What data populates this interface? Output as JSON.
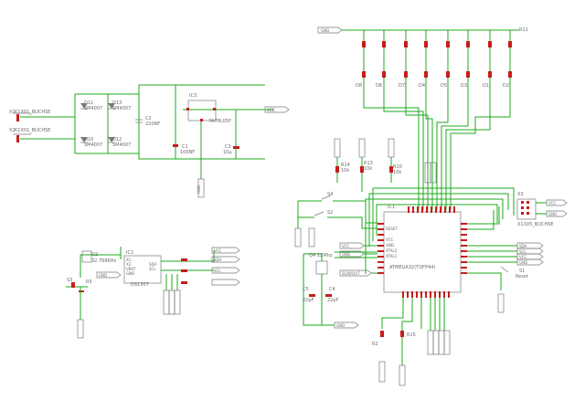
{
  "labels": {
    "x1": "X1",
    "x2": "X2",
    "x1_name": "K1X01_BUCHSE",
    "x2_name": "K1X01_BUCHSE",
    "d11": "D11",
    "d11_part": "SM4007",
    "d13": "D13",
    "d13_part": "SM4007",
    "d10": "D10",
    "d10_part": "SM4007",
    "d12": "D12",
    "d12_part": "SM4007",
    "c2": "C2",
    "c2_val": "220NF",
    "c1": "C1",
    "c1_val": "100NF",
    "c3": "C3",
    "c3_val": "10µ",
    "ic3": "IC3",
    "ic3_part": "7A78L05F",
    "q2": "Q2",
    "q2_val": "32.768KHz",
    "ic2": "IC2",
    "ic2_part": "DS1307",
    "r5": "R5",
    "r14": "R14",
    "r14_val": "10k",
    "r13": "R13",
    "r13_val": "10k",
    "r10": "R10",
    "r10_val": "10k",
    "r11": "R11",
    "r2": "R2",
    "r15": "R15",
    "s4": "S4",
    "s2": "S2",
    "q4": "Q4",
    "q4_val": "12Mhz",
    "c4": "C4",
    "c4_val": "22pF",
    "c5": "C5",
    "c5_val": "22pF",
    "ic1": "IC1",
    "ic1_part": "ATMEGA32(TQFP44)",
    "x3": "X3",
    "x3_name": "X1X05_BUCHSE",
    "s1": "S1",
    "s1_name": "Reset",
    "s3": "S3",
    "vcc": "VCC",
    "gnd": "GND",
    "sda": "SDA",
    "scl": "SCL",
    "sda_d": "SDA",
    "scl_d": "SCL",
    "gnd_d": "GND",
    "x1_pin": "X1",
    "x2_pin": "X2",
    "vbat": "VBAT",
    "reset": "RESET",
    "xtal1": "XTAL1",
    "xtal2": "XTAL2",
    "sqw": "SQW/OUT",
    "led1": "D1",
    "led2": "D2",
    "led3": "D3",
    "led4": "D4",
    "led5": "D5",
    "led6": "D6",
    "led7": "D7",
    "led8": "D8"
  }
}
